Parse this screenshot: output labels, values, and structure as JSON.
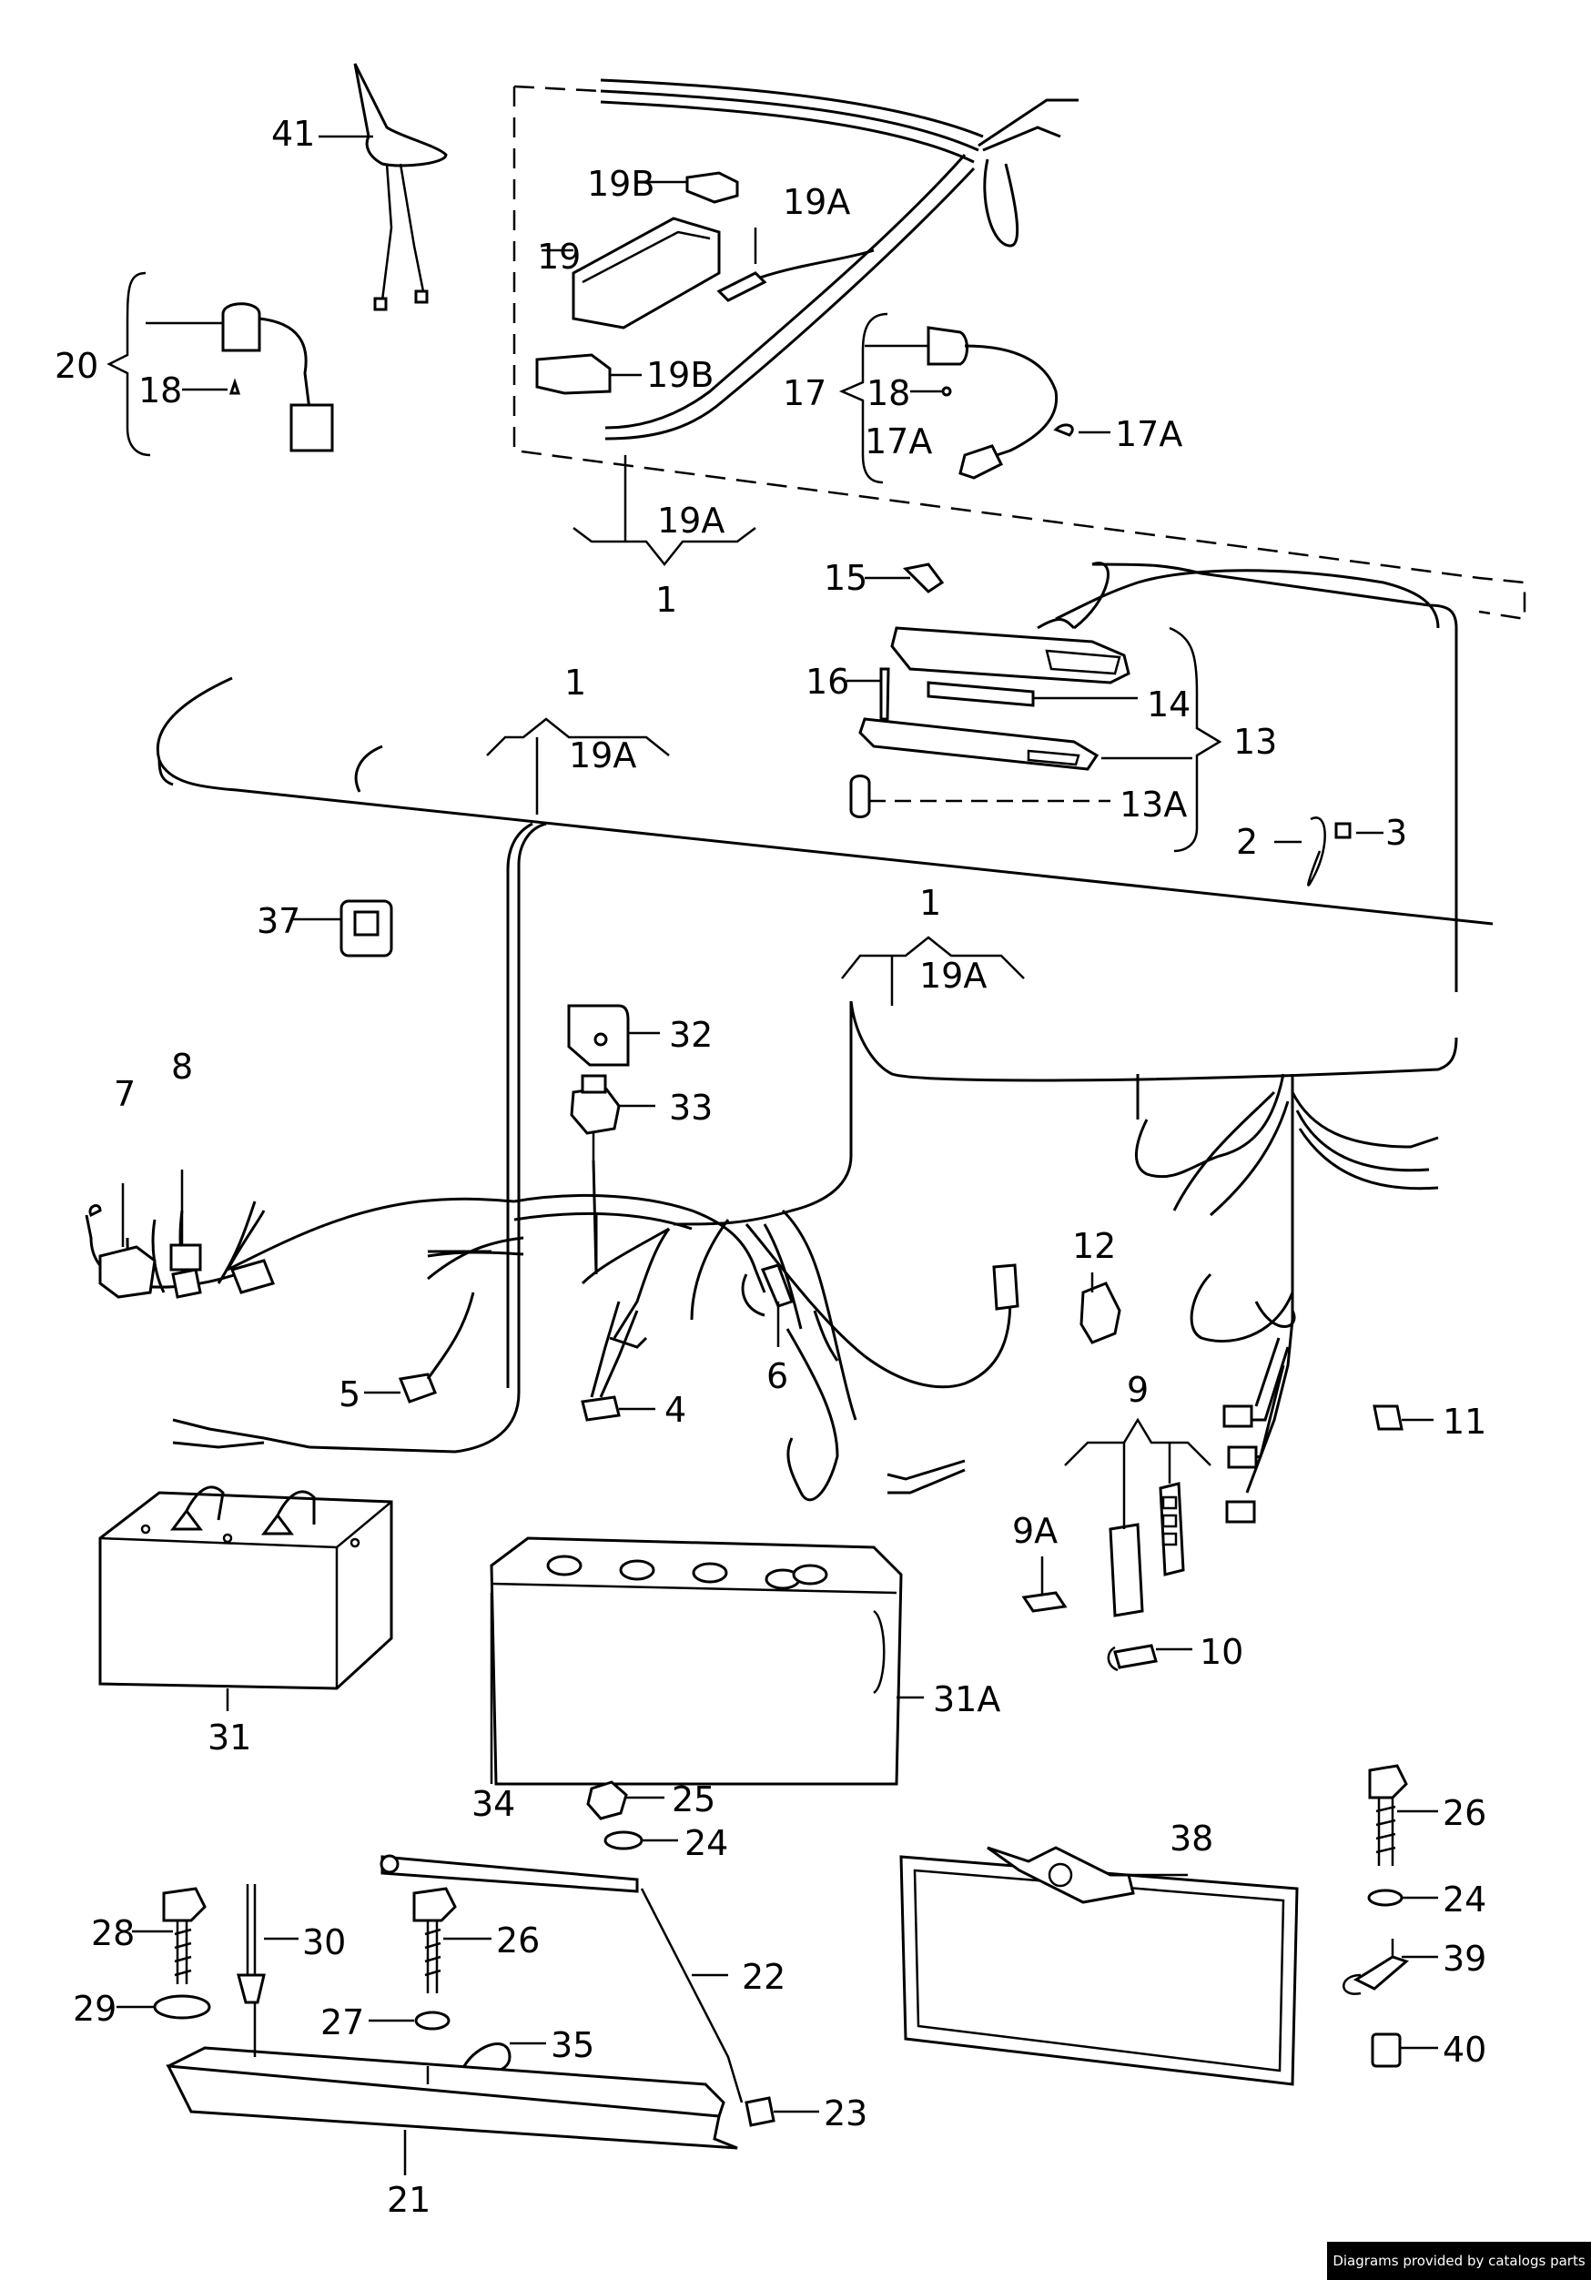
{
  "diagram": {
    "labels": {
      "l41": "41",
      "l19B_top": "19B",
      "l19A_top": "19A",
      "l19": "19",
      "l19B_bot": "19B",
      "l20": "20",
      "l18_left": "18",
      "l17": "17",
      "l18_right": "18",
      "l17A_a": "17A",
      "l17A_b": "17A",
      "l19A_brk1": "19A",
      "l1_brk1": "1",
      "l15": "15",
      "l16": "16",
      "l14": "14",
      "l13": "13",
      "l13A": "13A",
      "l2": "2",
      "l3": "3",
      "l1_brk2": "1",
      "l19A_brk2": "19A",
      "l37": "37",
      "l1_brk3": "1",
      "l19A_brk3": "19A",
      "l32": "32",
      "l33": "33",
      "l7": "7",
      "l8": "8",
      "l12": "12",
      "l5": "5",
      "l4": "4",
      "l6": "6",
      "l9": "9",
      "l11": "11",
      "l9A": "9A",
      "l10": "10",
      "l31": "31",
      "l31A": "31A",
      "l25": "25",
      "l24_mid": "24",
      "l34": "34",
      "l38": "38",
      "l26_right": "26",
      "l24_right": "24",
      "l28": "28",
      "l30": "30",
      "l26_mid": "26",
      "l22": "22",
      "l39": "39",
      "l29": "29",
      "l27": "27",
      "l35": "35",
      "l40": "40",
      "l23": "23",
      "l21": "21"
    },
    "footer": "Diagrams provided by catalogs parts"
  }
}
